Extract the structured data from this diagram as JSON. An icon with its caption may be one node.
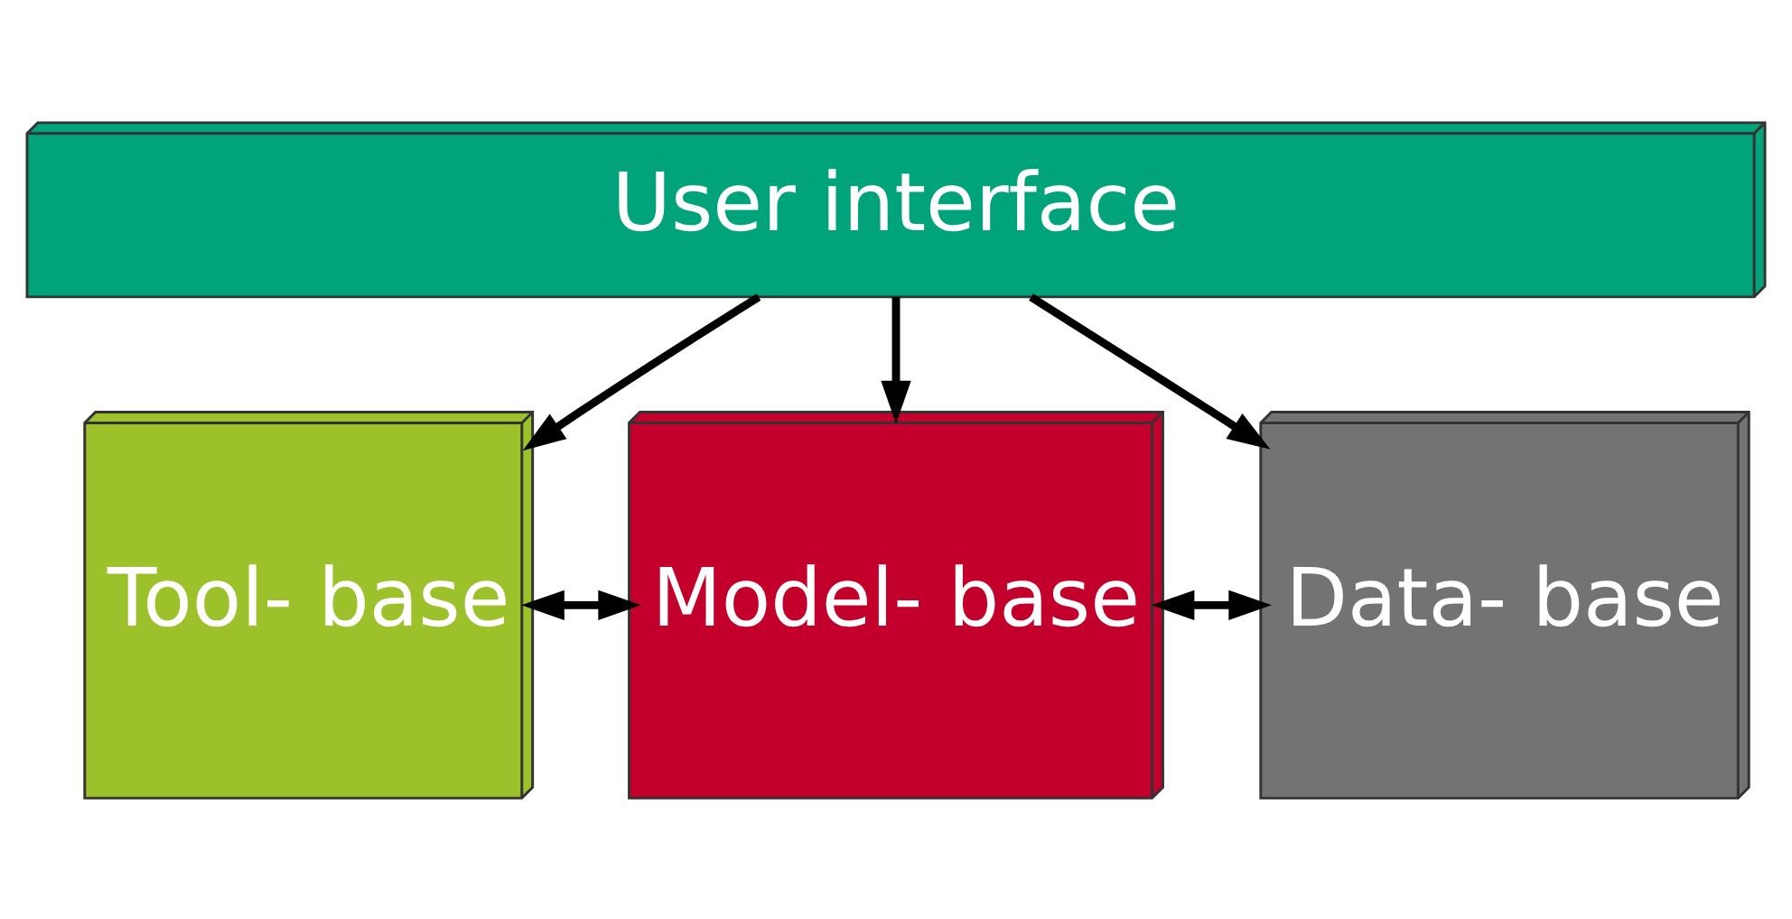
{
  "diagram": {
    "nodes": [
      {
        "text": [
          "User interface"
        ]
      },
      {
        "text": [
          "Tool- base"
        ]
      },
      {
        "text": [
          "Model- base"
        ]
      },
      {
        "text": [
          "Data- base"
        ]
      }
    ],
    "edges": [
      {
        "from": 0,
        "to": 1,
        "arrow": "to"
      },
      {
        "from": 0,
        "to": 2,
        "arrow": "to"
      },
      {
        "from": 0,
        "to": 3,
        "arrow": "to"
      },
      {
        "from": 1,
        "to": 2,
        "arrow": "both"
      },
      {
        "from": 2,
        "to": 3,
        "arrow": "both"
      }
    ]
  }
}
